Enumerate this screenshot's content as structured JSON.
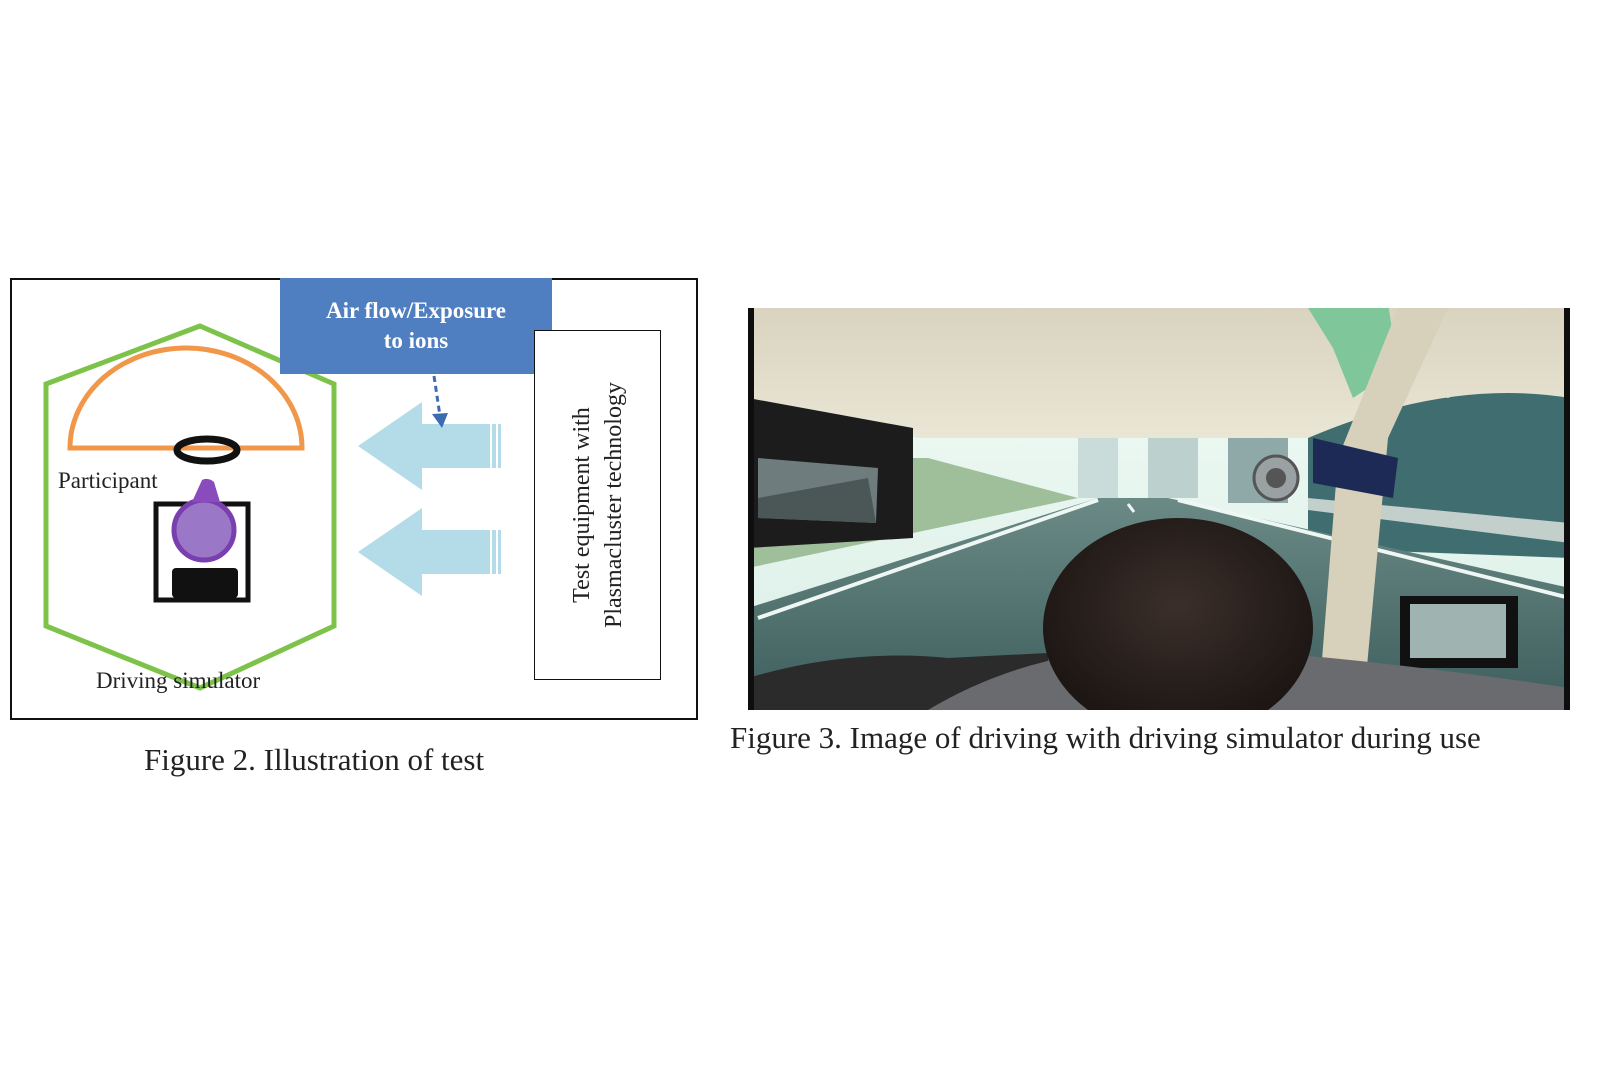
{
  "figure2": {
    "callout": [
      "Air flow/Exposure",
      "to ions"
    ],
    "equipment": [
      "Test equipment with",
      "Plasmacluster technology"
    ],
    "participant_label": "Participant",
    "simulator_label": "Driving simulator",
    "caption": "Figure 2. Illustration of test",
    "colors": {
      "hexagon": "#7dc34a",
      "dome": "#f0974a",
      "person": "#8855b5",
      "arrow": "#b4dbe8",
      "callout": "#4f7fc0"
    }
  },
  "figure3": {
    "caption": "Figure 3. Image of driving with driving simulator during use",
    "content": "photo"
  }
}
